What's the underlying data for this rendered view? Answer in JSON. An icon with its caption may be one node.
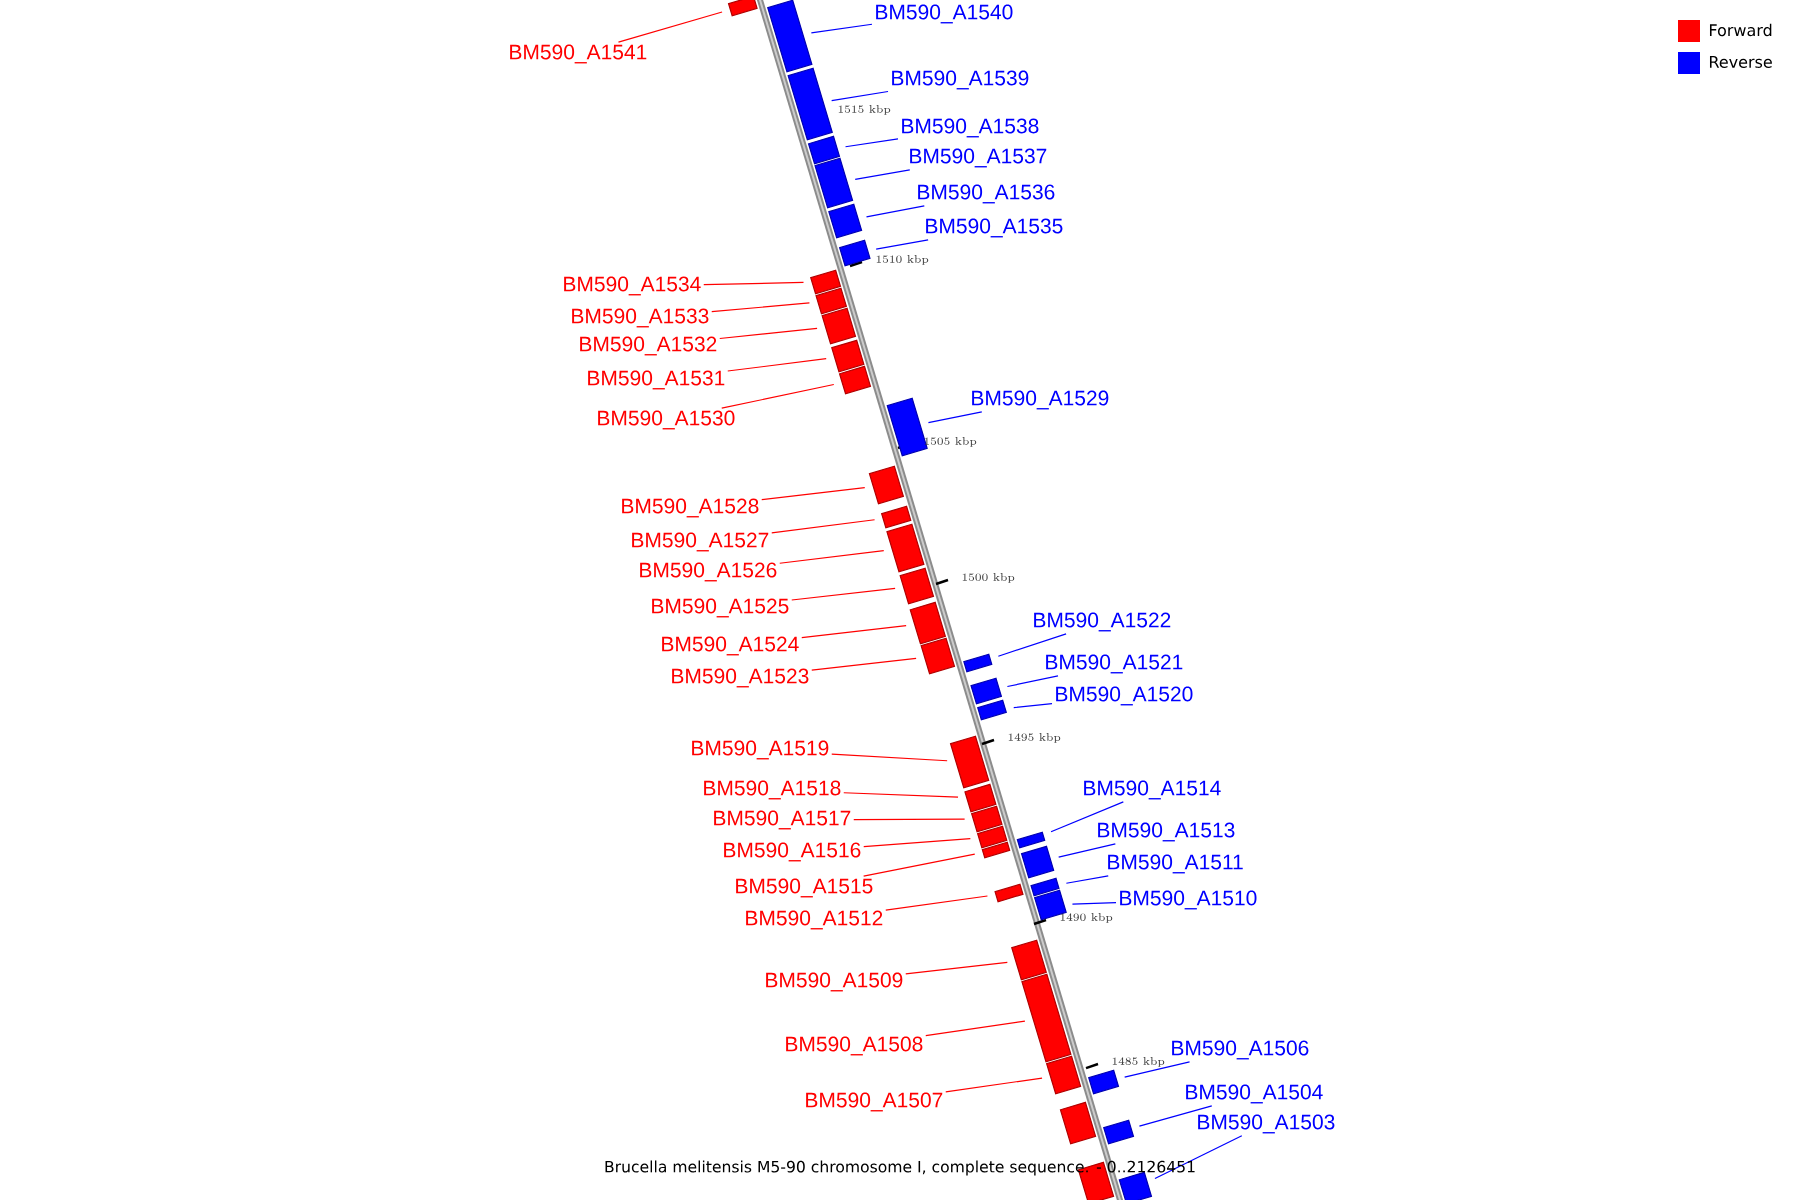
{
  "diagram": {
    "caption": "Brucella melitensis M5-90 chromosome I, complete sequence. - 0..2126451",
    "nodes": [
      {
        "text": [
          "BM590_A1541"
        ]
      },
      {
        "text": [],
        "shape": "bar"
      },
      {
        "text": [
          "BM590_A1540"
        ]
      },
      {
        "text": [],
        "shape": "bar"
      },
      {
        "text": [
          "BM590_A1539"
        ]
      },
      {
        "text": [],
        "shape": "bar"
      },
      {
        "text": [
          "BM590_A1538"
        ]
      },
      {
        "text": [],
        "shape": "bar"
      },
      {
        "text": [
          "BM590_A1537"
        ]
      },
      {
        "text": [],
        "shape": "bar"
      },
      {
        "text": [
          "BM590_A1536"
        ]
      },
      {
        "text": [],
        "shape": "bar"
      },
      {
        "text": [
          "BM590_A1535"
        ]
      },
      {
        "text": [],
        "shape": "bar"
      },
      {
        "text": [
          "BM590_A1534"
        ]
      },
      {
        "text": [],
        "shape": "bar"
      },
      {
        "text": [
          "BM590_A1533"
        ]
      },
      {
        "text": [],
        "shape": "bar"
      },
      {
        "text": [
          "BM590_A1532"
        ]
      },
      {
        "text": [],
        "shape": "bar"
      },
      {
        "text": [
          "BM590_A1531"
        ]
      },
      {
        "text": [],
        "shape": "bar"
      },
      {
        "text": [
          "BM590_A1530"
        ]
      },
      {
        "text": [],
        "shape": "bar"
      },
      {
        "text": [
          "BM590_A1529"
        ]
      },
      {
        "text": [],
        "shape": "bar"
      },
      {
        "text": [
          "BM590_A1528"
        ]
      },
      {
        "text": [],
        "shape": "bar"
      },
      {
        "text": [
          "BM590_A1527"
        ]
      },
      {
        "text": [],
        "shape": "bar"
      },
      {
        "text": [
          "BM590_A1526"
        ]
      },
      {
        "text": [],
        "shape": "bar"
      },
      {
        "text": [
          "BM590_A1525"
        ]
      },
      {
        "text": [],
        "shape": "bar"
      },
      {
        "text": [
          "BM590_A1524"
        ]
      },
      {
        "text": [],
        "shape": "bar"
      },
      {
        "text": [
          "BM590_A1523"
        ]
      },
      {
        "text": [],
        "shape": "bar"
      },
      {
        "text": [
          "BM590_A1522"
        ]
      },
      {
        "text": [],
        "shape": "bar"
      },
      {
        "text": [
          "BM590_A1521"
        ]
      },
      {
        "text": [],
        "shape": "bar"
      },
      {
        "text": [
          "BM590_A1520"
        ]
      },
      {
        "text": [],
        "shape": "bar"
      },
      {
        "text": [
          "BM590_A1519"
        ]
      },
      {
        "text": [],
        "shape": "bar"
      },
      {
        "text": [
          "BM590_A1518"
        ]
      },
      {
        "text": [],
        "shape": "bar"
      },
      {
        "text": [
          "BM590_A1517"
        ]
      },
      {
        "text": [],
        "shape": "bar"
      },
      {
        "text": [
          "BM590_A1516"
        ]
      },
      {
        "text": [],
        "shape": "bar"
      },
      {
        "text": [
          "BM590_A1515"
        ]
      },
      {
        "text": [],
        "shape": "bar"
      },
      {
        "text": [
          "BM590_A1514"
        ]
      },
      {
        "text": [],
        "shape": "bar"
      },
      {
        "text": [
          "BM590_A1513"
        ]
      },
      {
        "text": [],
        "shape": "bar"
      },
      {
        "text": [
          "BM590_A1511"
        ]
      },
      {
        "text": [],
        "shape": "bar"
      },
      {
        "text": [
          "BM590_A1512"
        ]
      },
      {
        "text": [],
        "shape": "bar"
      },
      {
        "text": [
          "BM590_A1510"
        ]
      },
      {
        "text": [],
        "shape": "bar"
      },
      {
        "text": [
          "BM590_A1509"
        ]
      },
      {
        "text": [],
        "shape": "bar"
      },
      {
        "text": [
          "BM590_A1508"
        ]
      },
      {
        "text": [],
        "shape": "bar"
      },
      {
        "text": [
          "BM590_A1507"
        ]
      },
      {
        "text": [],
        "shape": "bar"
      },
      {
        "text": [
          "BM590_A1506"
        ]
      },
      {
        "text": [],
        "shape": "bar"
      },
      {
        "text": [],
        "shape": "bar"
      },
      {
        "text": [
          "BM590_A1504"
        ]
      },
      {
        "text": [],
        "shape": "bar"
      },
      {
        "text": [],
        "shape": "bar"
      },
      {
        "text": [
          "BM590_A1503"
        ]
      },
      {
        "text": [],
        "shape": "bar"
      }
    ],
    "edges": [
      {
        "from": 0,
        "to": 1,
        "arrow": "none"
      },
      {
        "from": 2,
        "to": 3,
        "arrow": "none",
        "color": "#0000ff"
      },
      {
        "from": 4,
        "to": 5,
        "arrow": "none",
        "color": "#0000ff"
      },
      {
        "from": 6,
        "to": 7,
        "arrow": "none",
        "color": "#0000ff"
      },
      {
        "from": 8,
        "to": 9,
        "arrow": "none",
        "color": "#0000ff"
      },
      {
        "from": 10,
        "to": 11,
        "arrow": "none",
        "color": "#0000ff"
      },
      {
        "from": 12,
        "to": 13,
        "arrow": "none",
        "color": "#0000ff"
      },
      {
        "from": 14,
        "to": 15,
        "arrow": "none"
      },
      {
        "from": 16,
        "to": 17,
        "arrow": "none"
      },
      {
        "from": 18,
        "to": 19,
        "arrow": "none"
      },
      {
        "from": 20,
        "to": 21,
        "arrow": "none"
      },
      {
        "from": 22,
        "to": 23,
        "arrow": "none"
      },
      {
        "from": 24,
        "to": 25,
        "arrow": "none",
        "color": "#0000ff"
      },
      {
        "from": 26,
        "to": 27,
        "arrow": "none"
      },
      {
        "from": 28,
        "to": 29,
        "arrow": "none"
      },
      {
        "from": 30,
        "to": 31,
        "arrow": "none"
      },
      {
        "from": 32,
        "to": 33,
        "arrow": "none"
      },
      {
        "from": 34,
        "to": 35,
        "arrow": "none"
      },
      {
        "from": 36,
        "to": 37,
        "arrow": "none"
      },
      {
        "from": 38,
        "to": 39,
        "arrow": "none",
        "color": "#0000ff"
      },
      {
        "from": 40,
        "to": 41,
        "arrow": "none",
        "color": "#0000ff"
      },
      {
        "from": 42,
        "to": 43,
        "arrow": "none",
        "color": "#0000ff"
      },
      {
        "from": 44,
        "to": 45,
        "arrow": "none"
      },
      {
        "from": 46,
        "to": 47,
        "arrow": "none"
      },
      {
        "from": 48,
        "to": 49,
        "arrow": "none"
      },
      {
        "from": 50,
        "to": 51,
        "arrow": "none"
      },
      {
        "from": 52,
        "to": 53,
        "arrow": "none"
      },
      {
        "from": 54,
        "to": 55,
        "arrow": "none",
        "color": "#0000ff"
      },
      {
        "from": 56,
        "to": 57,
        "arrow": "none",
        "color": "#0000ff"
      },
      {
        "from": 58,
        "to": 59,
        "arrow": "none",
        "color": "#0000ff"
      },
      {
        "from": 60,
        "to": 61,
        "arrow": "none"
      },
      {
        "from": 62,
        "to": 63,
        "arrow": "none",
        "color": "#0000ff"
      },
      {
        "from": 64,
        "to": 65,
        "arrow": "none"
      },
      {
        "from": 66,
        "to": 67,
        "arrow": "none"
      },
      {
        "from": 68,
        "to": 69,
        "arrow": "none"
      },
      {
        "from": 70,
        "to": 71,
        "arrow": "none",
        "color": "#0000ff"
      },
      {
        "from": 73,
        "to": 74,
        "arrow": "none",
        "color": "#0000ff"
      },
      {
        "from": 76,
        "to": 77,
        "arrow": "none",
        "color": "#0000ff"
      }
    ],
    "labels": [
      "1515 kbp",
      "1510 kbp",
      "1505 kbp",
      "1500 kbp",
      "1495 kbp",
      "1490 kbp",
      "1485 kbp"
    ],
    "legend": [
      {
        "text": "Forward",
        "color": "#ff0000"
      },
      {
        "text": "Reverse",
        "color": "#0000ff"
      }
    ]
  }
}
